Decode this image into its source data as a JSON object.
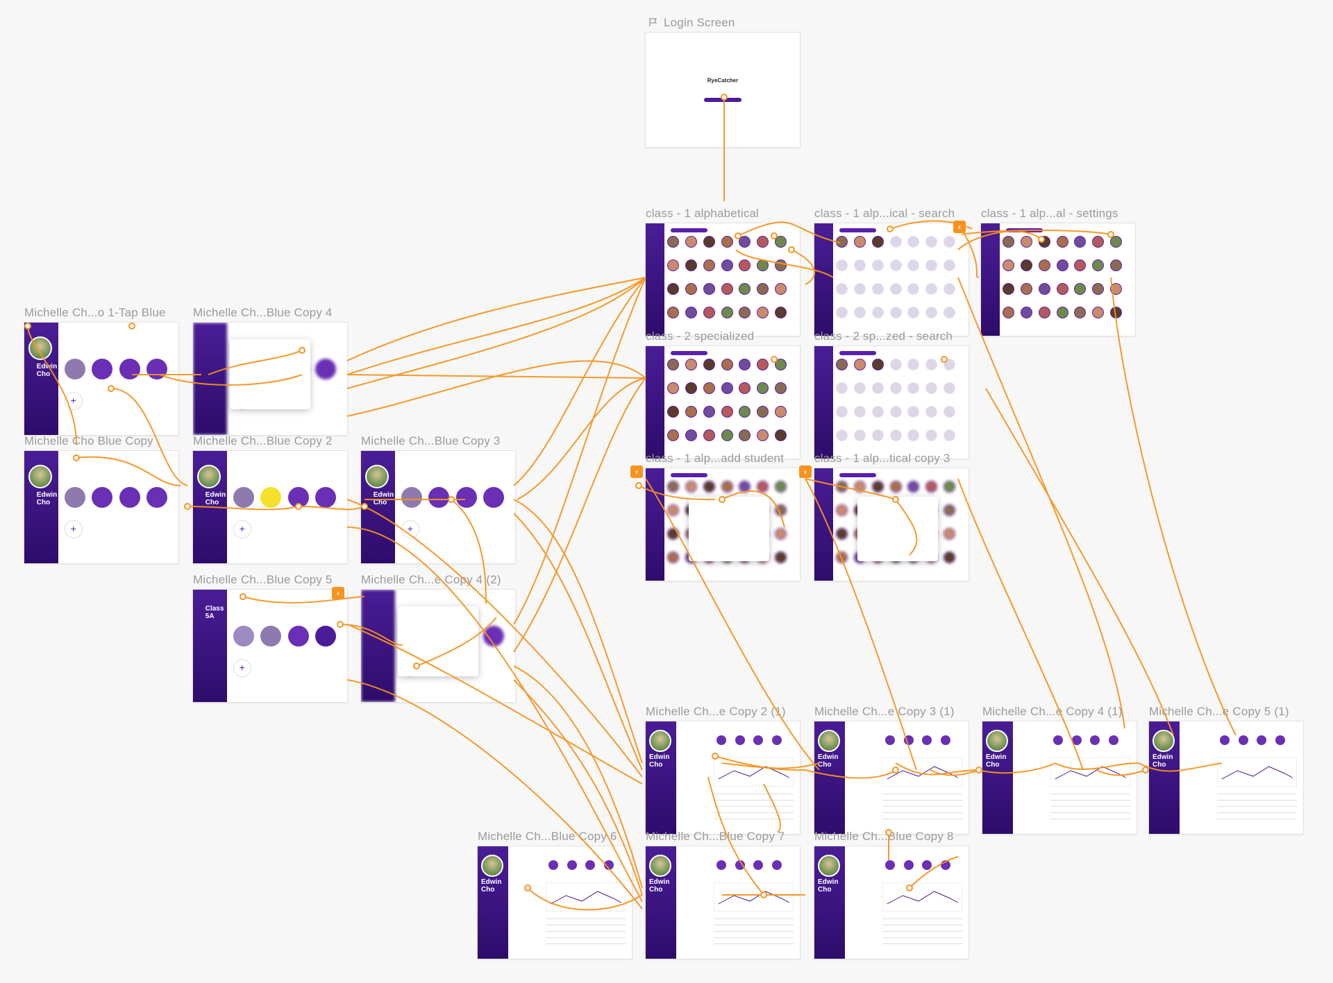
{
  "artboards": [
    {
      "id": "login",
      "title": "Login Screen",
      "kind": "login",
      "logo": "RyeCatcher"
    },
    {
      "id": "c1a",
      "title": "class - 1 alphabetical",
      "kind": "grid"
    },
    {
      "id": "c1as",
      "title": "class - 1 alp...ical - search",
      "kind": "grid-search"
    },
    {
      "id": "c1aset",
      "title": "class - 1 alp...al - settings",
      "kind": "grid-settings"
    },
    {
      "id": "c2s",
      "title": "class - 2 specialized",
      "kind": "grid"
    },
    {
      "id": "c2ss",
      "title": "class - 2 sp...zed - search",
      "kind": "grid-search"
    },
    {
      "id": "c1add",
      "title": "class - 1 alp...add student",
      "kind": "modal-add"
    },
    {
      "id": "c1copy3",
      "title": "class - 1 alp...tical copy 3",
      "kind": "modal-add2"
    },
    {
      "id": "m1tap",
      "title": "Michelle Ch...o 1-Tap Blue",
      "kind": "tracker",
      "name": "Edwin Cho"
    },
    {
      "id": "mcopy4",
      "title": "Michelle Ch...Blue Copy 4",
      "kind": "tracker-modal"
    },
    {
      "id": "mbcopy",
      "title": "Michelle Cho Blue Copy",
      "kind": "tracker",
      "name": "Edwin Cho"
    },
    {
      "id": "mcopy2",
      "title": "Michelle Ch...Blue Copy 2",
      "kind": "tracker-plus",
      "name": "Edwin Cho"
    },
    {
      "id": "mcopy3",
      "title": "Michelle Ch...Blue Copy 3",
      "kind": "tracker",
      "name": "Edwin Cho"
    },
    {
      "id": "mcopy5",
      "title": "Michelle Ch...Blue Copy 5",
      "kind": "tracker-class",
      "name": "Class 5A"
    },
    {
      "id": "mcopy42",
      "title": "Michelle Ch...e Copy 4 (2)",
      "kind": "tracker-choose"
    },
    {
      "id": "mcopy21",
      "title": "Michelle Ch...e Copy 2 (1)",
      "kind": "records",
      "name": "Edwin Cho"
    },
    {
      "id": "mcopy31",
      "title": "Michelle Ch...e Copy 3 (1)",
      "kind": "records",
      "name": "Edwin Cho"
    },
    {
      "id": "mcopy41",
      "title": "Michelle Ch...e Copy 4 (1)",
      "kind": "records",
      "name": "Edwin Cho"
    },
    {
      "id": "mcopy51",
      "title": "Michelle Ch...e Copy 5 (1)",
      "kind": "records",
      "name": "Edwin Cho"
    },
    {
      "id": "mcopy6",
      "title": "Michelle Ch...Blue Copy 6",
      "kind": "records",
      "name": "Edwin Cho"
    },
    {
      "id": "mcopy7",
      "title": "Michelle Ch...Blue Copy 7",
      "kind": "records",
      "name": "Edwin Cho"
    },
    {
      "id": "mcopy8",
      "title": "Michelle Ch...Blue Copy 8",
      "kind": "records",
      "name": "Edwin Cho"
    }
  ],
  "colors": {
    "flow": "#f7931e",
    "brand": "#4a1d96",
    "canvas": "#f7f7f7"
  },
  "icons": {
    "flag": "flag-icon",
    "back": "chevron-left-icon"
  }
}
